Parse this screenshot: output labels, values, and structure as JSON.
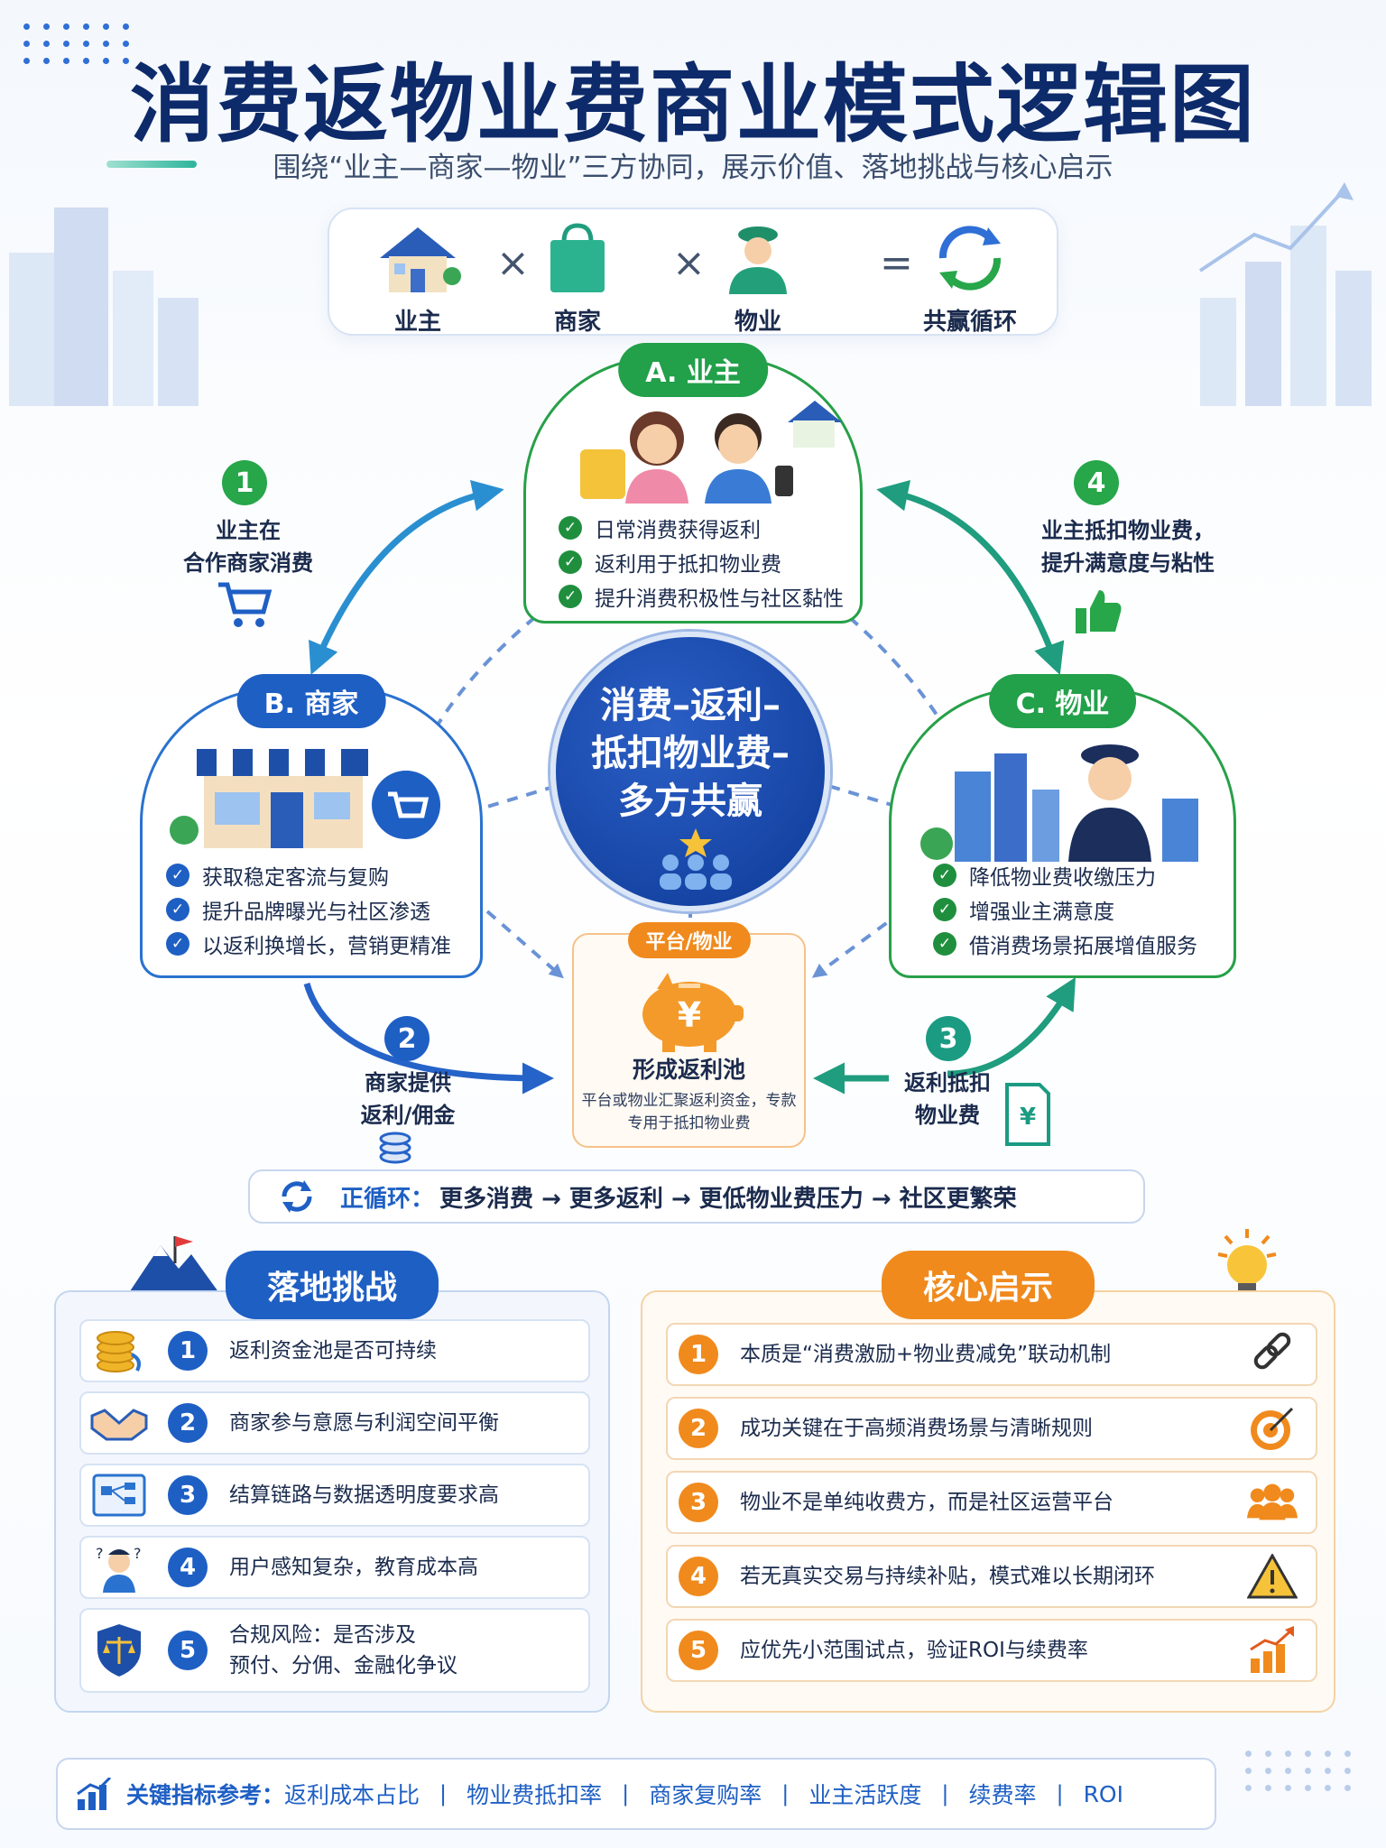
{
  "title": "消费返物业费商业模式逻辑图",
  "subtitle": "围绕“业主—商家—物业”三方协同，展示价值、落地挑战与核心启示",
  "formula": {
    "owner": "业主",
    "merchant": "商家",
    "property": "物业",
    "result": "共赢循环",
    "times": "×",
    "equals": "="
  },
  "cards": {
    "owner": {
      "label": "A. 业主",
      "items": [
        "日常消费获得返利",
        "返利用于抵扣物业费",
        "提升消费积极性与社区黏性"
      ]
    },
    "merchant": {
      "label": "B. 商家",
      "items": [
        "获取稳定客流与复购",
        "提升品牌曝光与社区渗透",
        "以返利换增长，营销更精准"
      ]
    },
    "property": {
      "label": "C. 物业",
      "items": [
        "降低物业费收缴压力",
        "增强业主满意度",
        "借消费场景拓展增值服务"
      ]
    }
  },
  "center": {
    "line1": "消费–返利–",
    "line2": "抵扣物业费–",
    "line3": "多方共赢"
  },
  "pool": {
    "tag": "平台/物业",
    "title": "形成返利池",
    "desc": "平台或物业汇聚返利资金，专款专用于抵扣物业费"
  },
  "steps": [
    {
      "num": "1",
      "line1": "业主在",
      "line2": "合作商家消费"
    },
    {
      "num": "2",
      "line1": "商家提供",
      "line2": "返利/佣金"
    },
    {
      "num": "3",
      "line1": "返利抵扣",
      "line2": "物业费"
    },
    {
      "num": "4",
      "line1": "业主抵扣物业费，",
      "line2": "提升满意度与粘性"
    }
  ],
  "loop": {
    "label": "正循环：",
    "text": "更多消费 → 更多返利 → 更低物业费压力 → 社区更繁荣"
  },
  "challenges": {
    "title": "落地挑战",
    "items": [
      {
        "num": "1",
        "text": "返利资金池是否可持续",
        "icon": "coins-icon"
      },
      {
        "num": "2",
        "text": "商家参与意愿与利润空间平衡",
        "icon": "handshake-icon"
      },
      {
        "num": "3",
        "text": "结算链路与数据透明度要求高",
        "icon": "flowchart-icon"
      },
      {
        "num": "4",
        "text": "用户感知复杂，教育成本高",
        "icon": "confused-user-icon"
      },
      {
        "num": "5",
        "text": "合规风险：是否涉及",
        "text2": "预付、分佣、金融化争议",
        "icon": "scales-shield-icon"
      }
    ]
  },
  "insights": {
    "title": "核心启示",
    "items": [
      {
        "num": "1",
        "text": "本质是“消费激励+物业费减免”联动机制",
        "icon": "link-icon"
      },
      {
        "num": "2",
        "text": "成功关键在于高频消费场景与清晰规则",
        "icon": "target-icon"
      },
      {
        "num": "3",
        "text": "物业不是单纯收费方，而是社区运营平台",
        "icon": "people-icon"
      },
      {
        "num": "4",
        "text": "若无真实交易与持续补贴，模式难以长期闭环",
        "icon": "warning-icon"
      },
      {
        "num": "5",
        "text": "应优先小范围试点，验证ROI与续费率",
        "icon": "growth-chart-icon"
      }
    ]
  },
  "metrics": {
    "label": "关键指标参考：",
    "items": [
      "返利成本占比",
      "物业费抵扣率",
      "商家复购率",
      "业主活跃度",
      "续费率",
      "ROI"
    ],
    "sep": "|"
  },
  "colors": {
    "navy": "#0d2a6a",
    "blue": "#1e5fc4",
    "green": "#22a04a",
    "teal": "#1a9b82",
    "orange": "#f08a1d"
  }
}
